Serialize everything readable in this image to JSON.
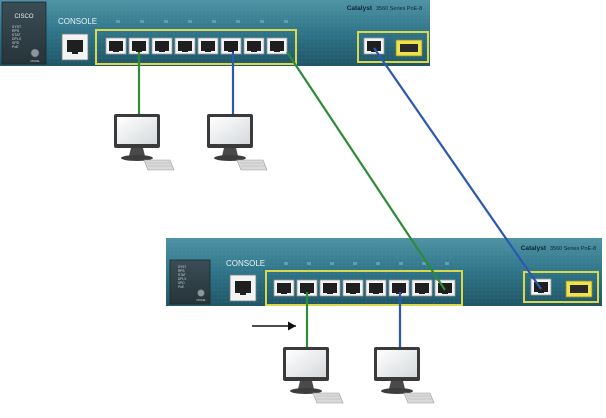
{
  "switch_top": {
    "console_label": "CONSOLE",
    "model_label": "Catalyst",
    "series_label": "3560 Series PoE-8",
    "brand": "CISCO",
    "mode_label": "MODE",
    "led_labels": [
      "SYST",
      "RPS",
      "STAT",
      "DPLX",
      "SPD",
      "PoE"
    ]
  },
  "switch_bottom": {
    "console_label": "CONSOLE",
    "model_label": "Catalyst",
    "series_label": "3560 Series PoE-8",
    "mode_label": "MODE",
    "led_labels": [
      "SYST",
      "RPS",
      "STAT",
      "DPLX",
      "SPD",
      "PoE"
    ]
  },
  "links": {
    "top_pc_green": "#2e8b3a",
    "top_pc_blue": "#2b58b0",
    "trunk_green": "#2e8b3a",
    "trunk_blue": "#2b58b0",
    "bottom_pc_green": "#2e8b3a",
    "bottom_pc_blue": "#2b58b0"
  },
  "colors": {
    "chassis": "#2a6a7e",
    "port_highlight": "#d8d84a",
    "arrow": "#111111"
  }
}
